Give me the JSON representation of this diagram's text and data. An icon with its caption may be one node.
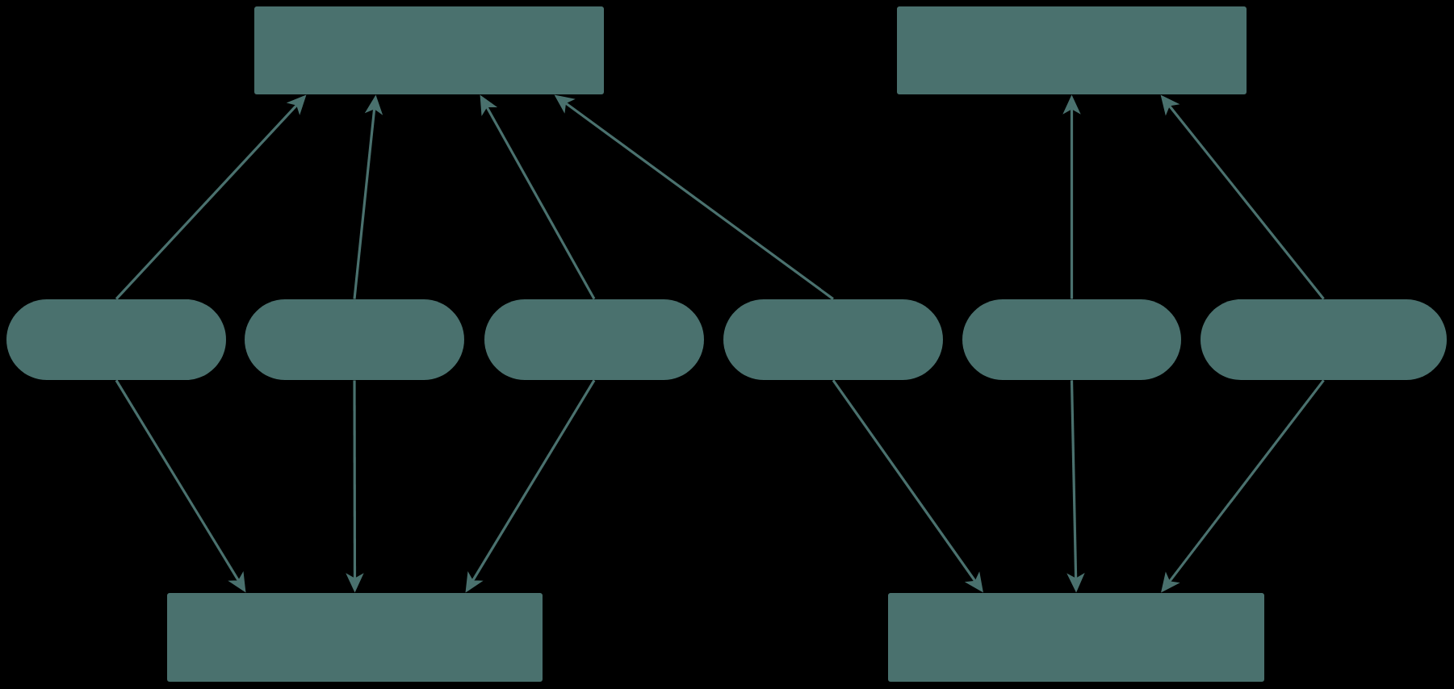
{
  "diagram": {
    "nodes": [
      {
        "text": [],
        "shape": "box"
      },
      {
        "text": [],
        "shape": "box"
      },
      {
        "text": [],
        "shape": "pill"
      },
      {
        "text": [],
        "shape": "pill"
      },
      {
        "text": [],
        "shape": "pill"
      },
      {
        "text": [],
        "shape": "pill"
      },
      {
        "text": [],
        "shape": "pill"
      },
      {
        "text": [],
        "shape": "pill"
      },
      {
        "text": [],
        "shape": "box"
      },
      {
        "text": [],
        "shape": "box"
      }
    ],
    "edges": [
      {
        "from": 2,
        "to": 0,
        "arrow": "to"
      },
      {
        "from": 2,
        "to": 8,
        "arrow": "to"
      },
      {
        "from": 3,
        "to": 0,
        "arrow": "to"
      },
      {
        "from": 3,
        "to": 8,
        "arrow": "to"
      },
      {
        "from": 4,
        "to": 0,
        "arrow": "to"
      },
      {
        "from": 4,
        "to": 8,
        "arrow": "to"
      },
      {
        "from": 5,
        "to": 0,
        "arrow": "to"
      },
      {
        "from": 5,
        "to": 9,
        "arrow": "to"
      },
      {
        "from": 6,
        "to": 1,
        "arrow": "to"
      },
      {
        "from": 6,
        "to": 9,
        "arrow": "to"
      },
      {
        "from": 7,
        "to": 1,
        "arrow": "to"
      },
      {
        "from": 7,
        "to": 9,
        "arrow": "to"
      }
    ]
  }
}
